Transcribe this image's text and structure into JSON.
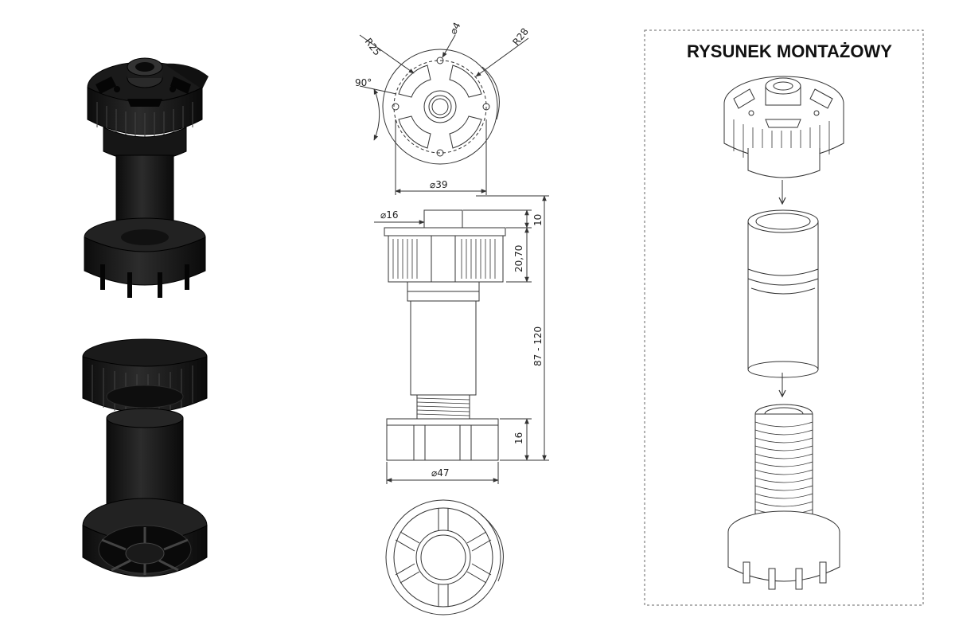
{
  "assembly_panel": {
    "title": "RYSUNEK MONTAŻOWY"
  },
  "dimensions": {
    "top_view": {
      "r_left": "R25",
      "hole": "⌀4",
      "r_right": "R28",
      "angle": "90°",
      "diameter": "⌀39"
    },
    "side_view": {
      "top_diameter": "⌀16",
      "top_height": "10",
      "head_height": "20,70",
      "total_height": "87 - 120",
      "base_height": "16",
      "base_diameter": "⌀47"
    }
  },
  "colors": {
    "part_black": "#141414",
    "part_highlight": "#3a3a3a",
    "line": "#333333"
  }
}
